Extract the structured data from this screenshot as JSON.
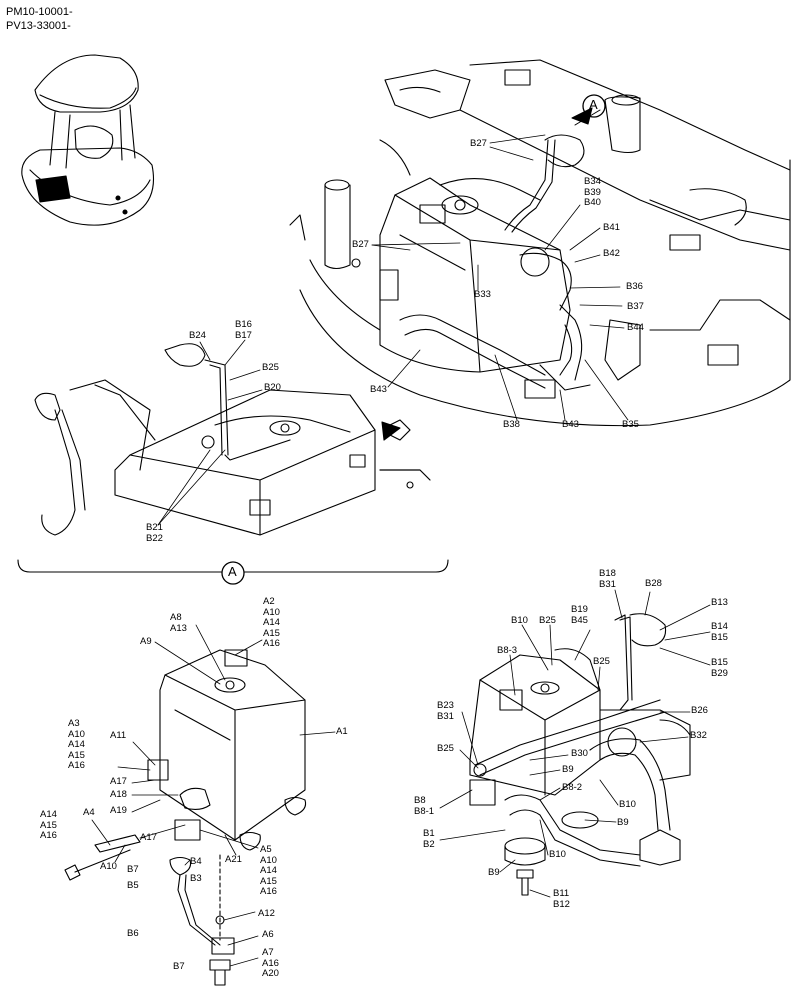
{
  "header": [
    "PM10-10001-",
    "PV13-33001-"
  ],
  "view_marker": "A",
  "labels": [
    {
      "id": "B27a",
      "text": "B27"
    },
    {
      "id": "B34",
      "text": "B34\nB39\nB40"
    },
    {
      "id": "B41",
      "text": "B41"
    },
    {
      "id": "B27b",
      "text": "B27"
    },
    {
      "id": "B42",
      "text": "B42"
    },
    {
      "id": "B36",
      "text": "B36"
    },
    {
      "id": "B33",
      "text": "B33"
    },
    {
      "id": "B37",
      "text": "B37"
    },
    {
      "id": "B44",
      "text": "B44"
    },
    {
      "id": "B43a",
      "text": "B43"
    },
    {
      "id": "B38",
      "text": "B38"
    },
    {
      "id": "B43b",
      "text": "B43"
    },
    {
      "id": "B35",
      "text": "B35"
    },
    {
      "id": "B24",
      "text": "B24"
    },
    {
      "id": "B16",
      "text": "B16\nB17"
    },
    {
      "id": "B25a",
      "text": "B25"
    },
    {
      "id": "B20",
      "text": "B20"
    },
    {
      "id": "B21",
      "text": "B21\nB22"
    },
    {
      "id": "A8",
      "text": "A8\nA13"
    },
    {
      "id": "A2",
      "text": "A2\nA10\nA14\nA15\nA16"
    },
    {
      "id": "A9",
      "text": "A9"
    },
    {
      "id": "A1",
      "text": "A1"
    },
    {
      "id": "A3",
      "text": "A3\nA10\nA14\nA15\nA16"
    },
    {
      "id": "A11",
      "text": "A11"
    },
    {
      "id": "A17a",
      "text": "A17"
    },
    {
      "id": "A18",
      "text": "A18"
    },
    {
      "id": "A19",
      "text": "A19"
    },
    {
      "id": "A14",
      "text": "A14\nA15\nA16"
    },
    {
      "id": "A4",
      "text": "A4"
    },
    {
      "id": "A17b",
      "text": "A17"
    },
    {
      "id": "A10",
      "text": "A10"
    },
    {
      "id": "B4",
      "text": "B4"
    },
    {
      "id": "A21",
      "text": "A21"
    },
    {
      "id": "A5",
      "text": "A5\nA10\nA14\nA15\nA16"
    },
    {
      "id": "B7a",
      "text": "B7"
    },
    {
      "id": "B3",
      "text": "B3"
    },
    {
      "id": "B5",
      "text": "B5"
    },
    {
      "id": "A12",
      "text": "A12"
    },
    {
      "id": "B6",
      "text": "B6"
    },
    {
      "id": "A6",
      "text": "A6"
    },
    {
      "id": "A7",
      "text": "A7\nA16\nA20"
    },
    {
      "id": "B7b",
      "text": "B7"
    },
    {
      "id": "B18",
      "text": "B18\nB31"
    },
    {
      "id": "B28",
      "text": "B28"
    },
    {
      "id": "B13",
      "text": "B13"
    },
    {
      "id": "B19",
      "text": "B19\nB45"
    },
    {
      "id": "B10a",
      "text": "B10"
    },
    {
      "id": "B25b",
      "text": "B25"
    },
    {
      "id": "B14",
      "text": "B14\nB15"
    },
    {
      "id": "B8-3",
      "text": "B8-3"
    },
    {
      "id": "B25c",
      "text": "B25"
    },
    {
      "id": "B15",
      "text": "B15\nB29"
    },
    {
      "id": "B23",
      "text": "B23\nB31"
    },
    {
      "id": "B26",
      "text": "B26"
    },
    {
      "id": "B32",
      "text": "B32"
    },
    {
      "id": "B25d",
      "text": "B25"
    },
    {
      "id": "B30",
      "text": "B30"
    },
    {
      "id": "B9a",
      "text": "B9"
    },
    {
      "id": "B8-2",
      "text": "B8-2"
    },
    {
      "id": "B8",
      "text": "B8\nB8-1"
    },
    {
      "id": "B10b",
      "text": "B10"
    },
    {
      "id": "B9b",
      "text": "B9"
    },
    {
      "id": "B1",
      "text": "B1\nB2"
    },
    {
      "id": "B10c",
      "text": "B10"
    },
    {
      "id": "B9c",
      "text": "B9"
    },
    {
      "id": "B11",
      "text": "B11\nB12"
    }
  ]
}
